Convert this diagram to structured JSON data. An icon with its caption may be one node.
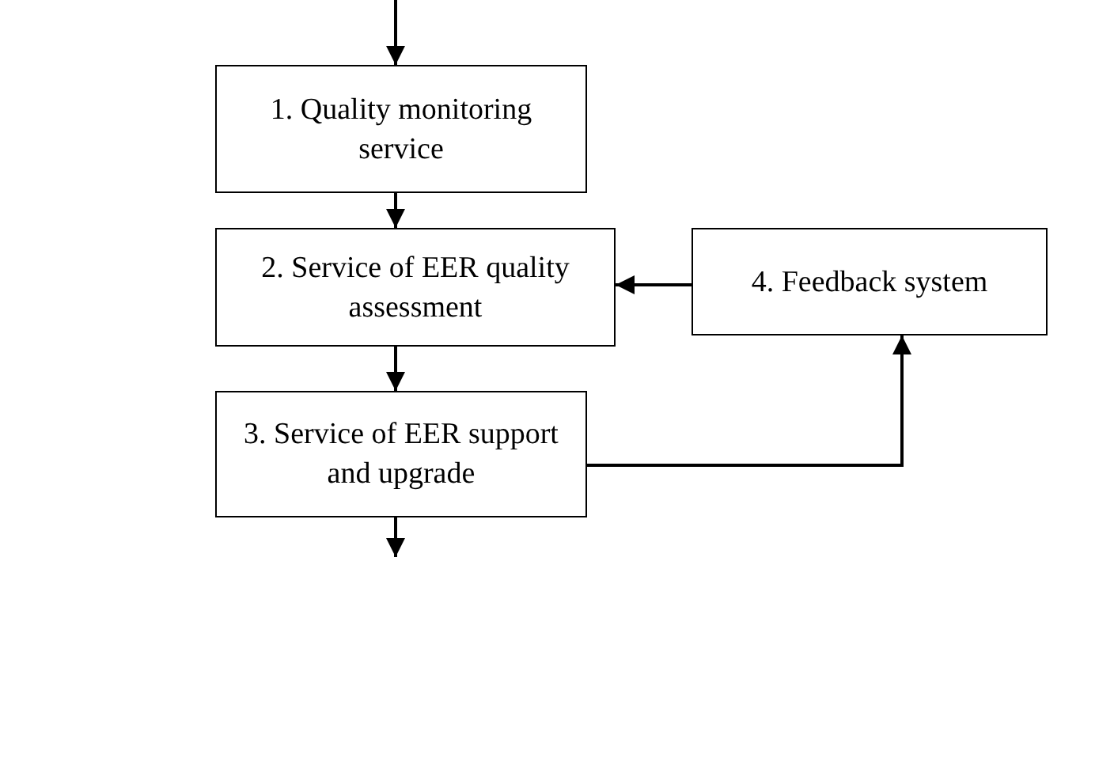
{
  "diagram": {
    "nodes": [
      {
        "text": [
          "1. Quality monitoring service"
        ]
      },
      {
        "text": [
          "2. Service of EER quality assessment"
        ]
      },
      {
        "text": [
          "3. Service of EER support and upgrade"
        ]
      },
      {
        "text": [
          "4. Feedback system"
        ]
      }
    ],
    "edges": [
      {
        "from": null,
        "to": 0,
        "arrow": "to"
      },
      {
        "from": 0,
        "to": 1,
        "arrow": "to"
      },
      {
        "from": 3,
        "to": 1,
        "arrow": "to"
      },
      {
        "from": 1,
        "to": 2,
        "arrow": "to"
      },
      {
        "from": 2,
        "to": 3,
        "arrow": "to"
      },
      {
        "from": 2,
        "to": null,
        "arrow": "to"
      }
    ]
  }
}
